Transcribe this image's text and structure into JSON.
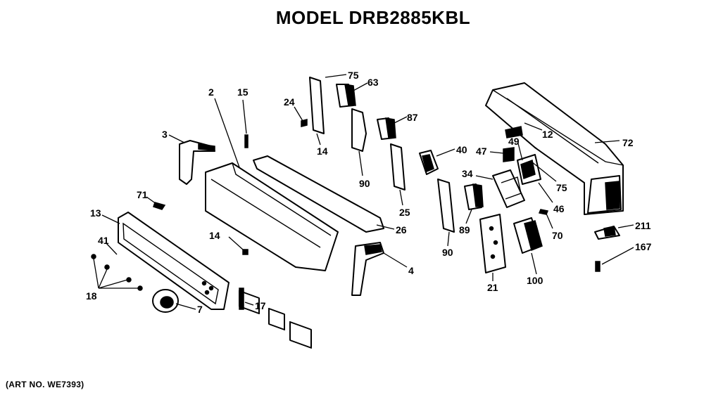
{
  "title": "MODEL DRB2885KBL",
  "art_number": "(ART NO. WE7393)",
  "callouts": [
    "2",
    "15",
    "3",
    "71",
    "13",
    "41",
    "18",
    "14",
    "7",
    "17",
    "24",
    "75",
    "63",
    "14",
    "87",
    "90",
    "26",
    "25",
    "4",
    "40",
    "47",
    "49",
    "34",
    "90",
    "89",
    "21",
    "100",
    "70",
    "75",
    "12",
    "72",
    "46",
    "211",
    "167"
  ]
}
